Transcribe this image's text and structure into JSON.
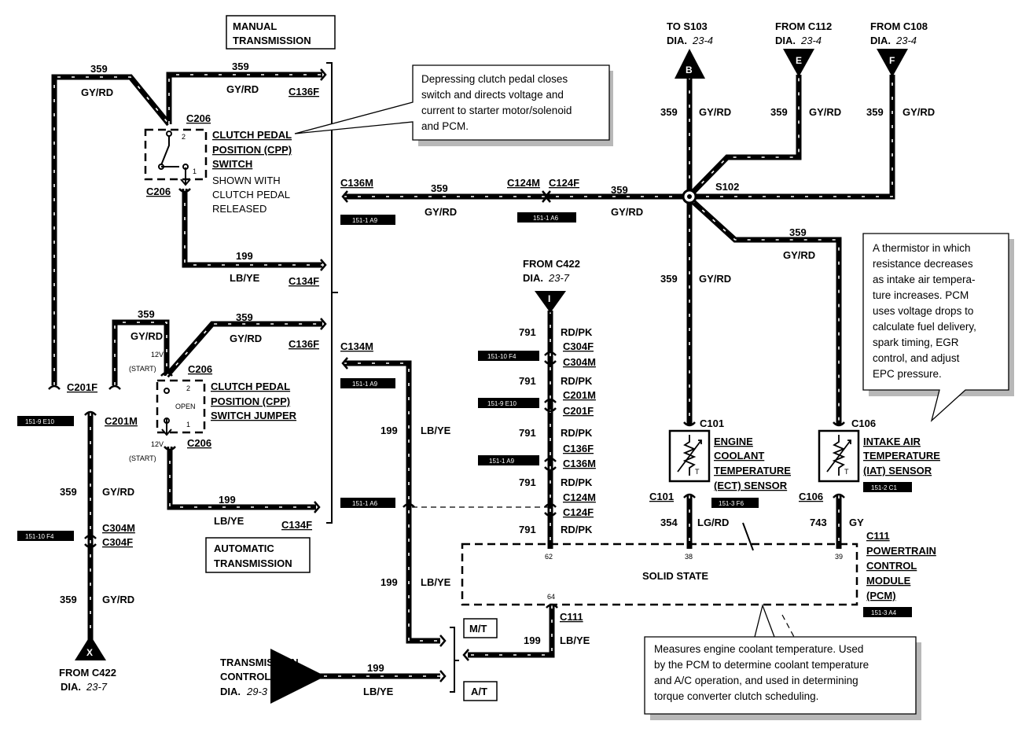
{
  "wires": {
    "w359": "359",
    "w199": "199",
    "w791": "791",
    "w354": "354",
    "w743": "743",
    "gy_rd": "GY/RD",
    "lb_ye": "LB/YE",
    "rd_pk": "RD/PK",
    "lg_rd": "LG/RD",
    "gy": "GY"
  },
  "connectors": {
    "c136f": "C136F",
    "c136m": "C136M",
    "c134f": "C134F",
    "c134m": "C134M",
    "c206": "C206",
    "c201f": "C201F",
    "c201m": "C201M",
    "c304m": "C304M",
    "c304f": "C304F",
    "c124m": "C124M",
    "c124f": "C124F",
    "c101": "C101",
    "c106": "C106",
    "c111": "C111",
    "s102": "S102"
  },
  "refs": {
    "a9": "151-1 A9",
    "a6": "151-1 A6",
    "e10": "151-9 E10",
    "f4": "151-10 F4",
    "f6": "151-3 F6",
    "c1": "151-2 C1",
    "a4": "151-3 A4"
  },
  "boxes": {
    "manual_1": "MANUAL",
    "manual_2": "TRANSMISSION",
    "auto_1": "AUTOMATIC",
    "auto_2": "TRANSMISSION",
    "mt": "M/T",
    "at": "A/T"
  },
  "cpp": {
    "line1": "CLUTCH PEDAL",
    "line2": "POSITION (CPP)",
    "line3": "SWITCH",
    "note1": "SHOWN WITH",
    "note2": "CLUTCH PEDAL",
    "note3": "RELEASED",
    "jumper": "SWITCH JUMPER",
    "open": "OPEN",
    "v12": "12V",
    "start": "(START)",
    "pin1": "1",
    "pin2": "2"
  },
  "destinations": {
    "s103_1": "TO S103",
    "s103_2": "DIA.",
    "s103_3": "23-4",
    "b": "B",
    "c112_1": "FROM C112",
    "c112_2": "DIA.",
    "c112_3": "23-4",
    "e": "E",
    "c108_1": "FROM C108",
    "c108_2": "DIA.",
    "c108_3": "23-4",
    "f": "F",
    "c422a_1": "FROM C422",
    "c422a_2": "DIA.",
    "c422a_3": "23-7",
    "i": "I",
    "c422b_1": "FROM C422",
    "c422b_2": "DIA.",
    "c422b_3": "23-7",
    "x": "X",
    "tc_1": "TRANSMISSION",
    "tc_2": "CONTROLS",
    "tc_3": "DIA.",
    "tc_4": "29-3"
  },
  "sensors": {
    "ect_1": "ENGINE",
    "ect_2": "COOLANT",
    "ect_3": "TEMPERATURE",
    "ect_4": "(ECT) SENSOR",
    "iat_1": "INTAKE AIR",
    "iat_2": "TEMPERATURE",
    "iat_3": "(IAT) SENSOR",
    "t": "T"
  },
  "pcm": {
    "solid": "SOLID STATE",
    "line1": "POWERTRAIN",
    "line2": "CONTROL",
    "line3": "MODULE",
    "line4": "(PCM)",
    "pin62": "62",
    "pin38": "38",
    "pin39": "39",
    "pin64": "64"
  },
  "callouts": {
    "clutch": [
      "Depressing clutch pedal closes",
      "switch and directs voltage and",
      "current to starter motor/solenoid",
      "and PCM."
    ],
    "iat": [
      "A thermistor in which",
      "resistance decreases",
      "as intake air tempera-",
      "ture increases. PCM",
      "uses voltage drops to",
      "calculate fuel delivery,",
      "spark timing, EGR",
      "control, and adjust",
      "EPC pressure."
    ],
    "ect": [
      "Measures engine coolant temperature.  Used",
      "by the PCM to determine coolant temperature",
      "and A/C operation, and used in determining",
      "torque converter clutch scheduling."
    ]
  }
}
